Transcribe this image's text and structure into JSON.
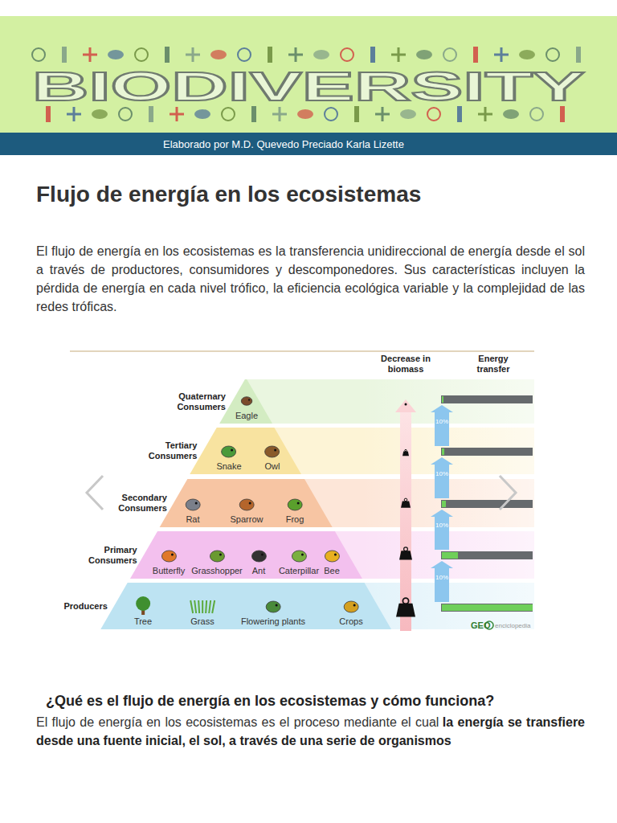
{
  "diagram": {
    "title": "Flujo de energía en los ecosistemas",
    "nodes": [
      {
        "text": [
          "Quaternary Consumers",
          "Eagle"
        ]
      },
      {
        "text": [
          "Tertiary Consumers",
          "Snake",
          "Owl"
        ]
      },
      {
        "text": [
          "Secondary Consumers",
          "Rat",
          "Sparrow",
          "Frog"
        ]
      },
      {
        "text": [
          "Primary Consumers",
          "Butterfly",
          "Grasshopper",
          "Ant",
          "Caterpillar",
          "Bee"
        ]
      },
      {
        "text": [
          "Producers",
          "Tree",
          "Grass",
          "Flowering plants",
          "Crops"
        ]
      }
    ],
    "labels": [
      "BIODIVERSITY",
      "Elaborado por M.D. Quevedo Preciado Karla Lizette",
      "El flujo de energía en los ecosistemas es la transferencia unidireccional de energía desde el sol a través de productores, consumidores y descomponedores. Sus características incluyen la pérdida de energía en cada nivel trófico, la eficiencia ecológica variable y la complejidad de las redes tróficas.",
      "Decrease in biomass",
      "Energy transfer",
      "10%",
      "10%",
      "10%",
      "10%",
      "GEO",
      "enciclopedia",
      "¿Qué es el flujo de energía en los ecosistemas y cómo funciona?",
      "El flujo de energía en los ecosistemas es el proceso mediante el cual",
      "la energía se transfiere desde una fuente inicial, el sol, a través de una serie de organismos"
    ]
  }
}
